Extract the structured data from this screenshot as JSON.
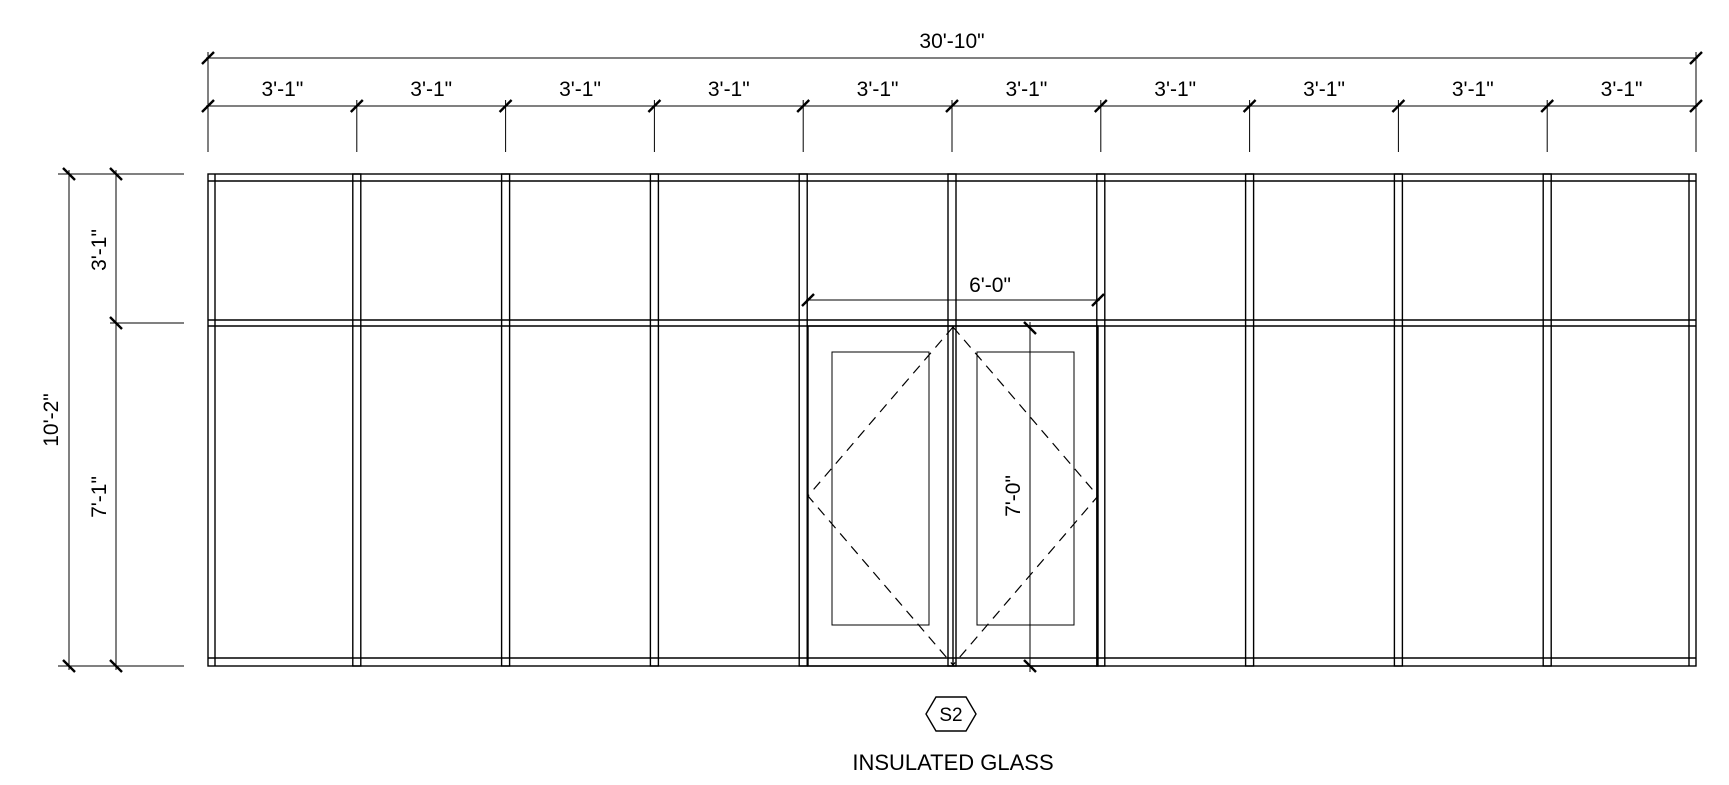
{
  "dimensions": {
    "overall_width": "30'-10\"",
    "module_widths": [
      "3'-1\"",
      "3'-1\"",
      "3'-1\"",
      "3'-1\"",
      "3'-1\"",
      "3'-1\"",
      "3'-1\"",
      "3'-1\"",
      "3'-1\"",
      "3'-1\""
    ],
    "overall_height": "10'-2\"",
    "transom_height": "3'-1\"",
    "lower_height": "7'-1\"",
    "door_width": "6'-0\"",
    "door_height": "7'-0\""
  },
  "tag": {
    "symbol": "S2",
    "label": "INSULATED GLASS"
  }
}
